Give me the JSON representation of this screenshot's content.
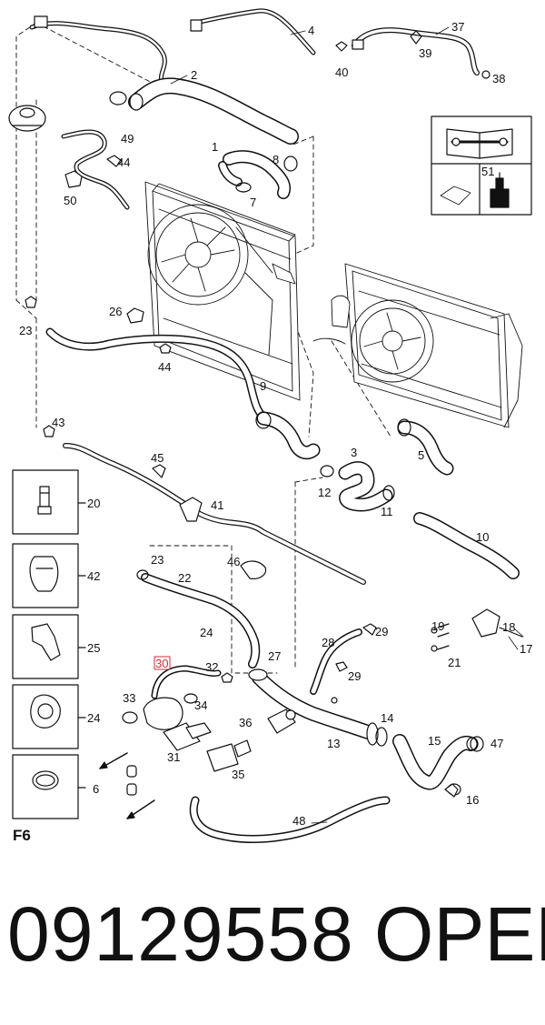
{
  "callouts": {
    "c1": "1",
    "c2": "2",
    "c3": "3",
    "c4": "4",
    "c5": "5",
    "c6": "6",
    "c7": "7",
    "c8": "8",
    "c9": "9",
    "c10": "10",
    "c11": "11",
    "c12": "12",
    "c13": "13",
    "c14": "14",
    "c15": "15",
    "c16": "16",
    "c17": "17",
    "c18": "18",
    "c19": "19",
    "c20": "20",
    "c21": "21",
    "c22": "22",
    "c23a": "23",
    "c23b": "23",
    "c24a": "24",
    "c24b": "24",
    "c25": "25",
    "c26": "26",
    "c27": "27",
    "c28": "28",
    "c29a": "29",
    "c29b": "29",
    "c30": "30",
    "c31": "31",
    "c32": "32",
    "c33": "33",
    "c34": "34",
    "c35": "35",
    "c36": "36",
    "c37": "37",
    "c38": "38",
    "c39": "39",
    "c40": "40",
    "c41": "41",
    "c42": "42",
    "c43": "43",
    "c44a": "44",
    "c44b": "44",
    "c45": "45",
    "c46": "46",
    "c47": "47",
    "c48": "48",
    "c49": "49",
    "c50": "50",
    "c51": "51"
  },
  "figure_label": "F6",
  "part_number": "09129558",
  "brand": "OPEL",
  "colors": {
    "ink": "#111111",
    "highlight": "#c8303a"
  },
  "icons": {
    "manual": "open-book-with-wrench-icon",
    "sealant": "sealant-bottle-icon"
  }
}
